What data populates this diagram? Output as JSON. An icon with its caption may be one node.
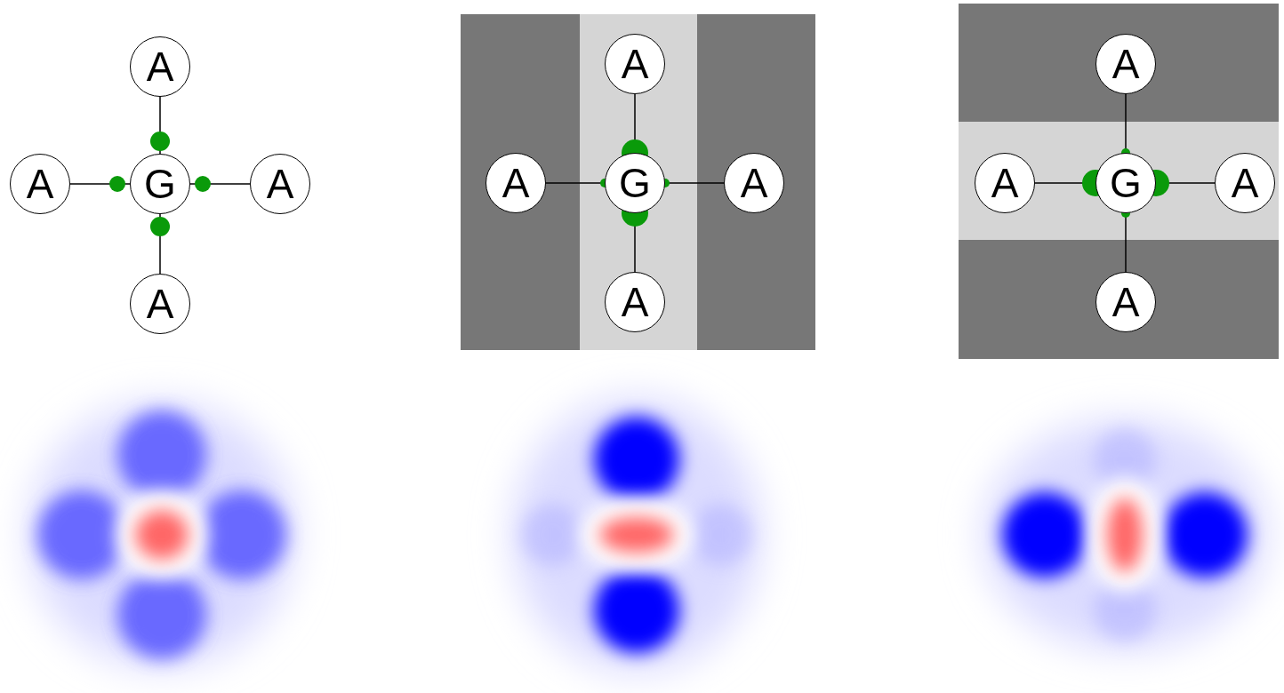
{
  "diagram": {
    "nodes": [
      {
        "text": [
          "A"
        ]
      },
      {
        "text": [
          "A"
        ]
      },
      {
        "text": [
          "G"
        ]
      },
      {
        "text": [
          "A"
        ]
      },
      {
        "text": [
          "A"
        ]
      },
      {
        "text": [
          "A"
        ]
      },
      {
        "text": [
          "A"
        ]
      },
      {
        "text": [
          "G"
        ]
      },
      {
        "text": [
          "A"
        ]
      },
      {
        "text": [
          "A"
        ]
      },
      {
        "text": [
          "A"
        ]
      },
      {
        "text": [
          "A"
        ]
      },
      {
        "text": [
          "G"
        ]
      },
      {
        "text": [
          "A"
        ]
      },
      {
        "text": [
          "A"
        ]
      }
    ],
    "edges": [
      {
        "from": 0,
        "to": 2,
        "arrow": "other"
      },
      {
        "from": 1,
        "to": 2,
        "arrow": "other"
      },
      {
        "from": 3,
        "to": 2,
        "arrow": "other"
      },
      {
        "from": 4,
        "to": 2,
        "arrow": "other"
      },
      {
        "from": 5,
        "to": 7,
        "arrow": "other"
      },
      {
        "from": 6,
        "to": 7,
        "arrow": "other"
      },
      {
        "from": 8,
        "to": 7,
        "arrow": "other"
      },
      {
        "from": 9,
        "to": 7,
        "arrow": "other"
      },
      {
        "from": 10,
        "to": 12,
        "arrow": "other"
      },
      {
        "from": 11,
        "to": 12,
        "arrow": "other"
      },
      {
        "from": 13,
        "to": 12,
        "arrow": "other"
      },
      {
        "from": 14,
        "to": 12,
        "arrow": "other"
      }
    ]
  }
}
